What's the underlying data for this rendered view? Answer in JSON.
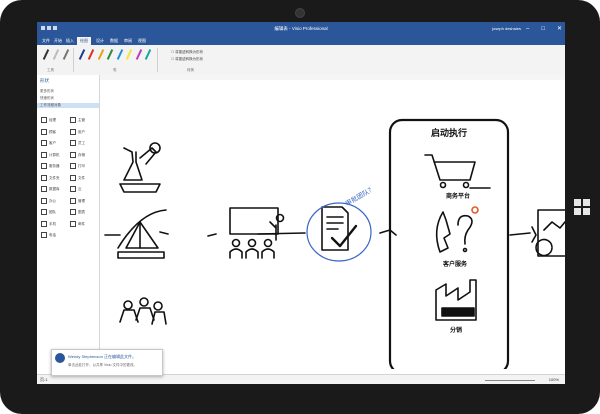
{
  "window": {
    "title": "编辑表 - Visio Professional",
    "user": "joseph deshaies",
    "controls": [
      "–",
      "□",
      "✕"
    ]
  },
  "ribbon": {
    "tabs": [
      "文件",
      "开始",
      "插入",
      "绘图",
      "设计",
      "数据",
      "审阅",
      "视图"
    ],
    "active_tab": "绘图",
    "pen_colors": [
      "#1f3b8f",
      "#d9312b",
      "#e8a21a",
      "#2c8a3a",
      "#1e8fd6",
      "#f5e63a",
      "#c13ab6",
      "#1aa5a0"
    ],
    "checkbox_labels": [
      "将墨迹转换为形状",
      "将墨迹转换为形状"
    ],
    "groups": [
      "工具",
      "笔",
      "转换"
    ]
  },
  "sidebar": {
    "title": "形状",
    "lines": [
      "更多形状",
      "快速形状",
      "工作流程对象"
    ],
    "shapes": [
      "经理",
      "主管",
      "顾客",
      "用户",
      "客户",
      "员工",
      "计算机",
      "存储",
      "服务器",
      "打印",
      "文件夹",
      "文件",
      "数据库",
      "云",
      "办公",
      "管理",
      "团队",
      "图表",
      "手机",
      "邮件",
      "电话"
    ]
  },
  "diagram": {
    "process_title": "启动执行",
    "callout": "审批团队？",
    "labels": [
      "商务平台",
      "客户服务",
      "分销"
    ]
  },
  "status": {
    "sheet": "页-1",
    "zoom": "100%"
  },
  "toast": {
    "title": "Wendy Stephenson 正在编辑此文件。",
    "subtitle": "单击此处打开，以共享 Visio 文件中的更改。"
  },
  "colors": {
    "accent": "#2b579a",
    "callout_ink": "#3a66c4",
    "lock_ink": "#e25a28"
  }
}
